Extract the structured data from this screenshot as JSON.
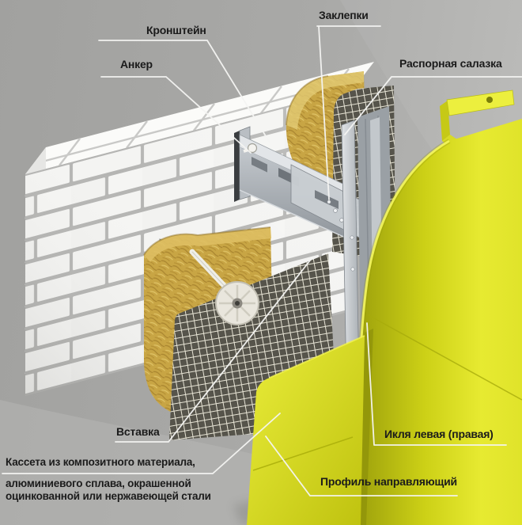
{
  "labels": {
    "kronshtein": "Кронштейн",
    "anker": "Анкер",
    "zaklepki": "Заклепки",
    "rasporanaya_salazka": "Распорная салазка",
    "vstavka": "Вставка",
    "kasseta_line1": "Кассета из композитного материала,",
    "kasseta_line2": "алюминиевого сплава, окрашенной",
    "kasseta_line3": "оцинкованной или нержавеющей стали",
    "iklya": "Икля левая (правая)",
    "profil": "Профиль направляющий"
  },
  "palette": {
    "background": "#a8a8a6",
    "wall_brick": "#f4f4f2",
    "mortar": "#b5b5b3",
    "insulation_wool": "#c8a544",
    "mesh_line": "#e7e4d5",
    "steel": "#b7bcc1",
    "panel_yellow": "#dfe226",
    "label_text": "#1b1b1b",
    "leader_line": "#f5f5f3"
  }
}
